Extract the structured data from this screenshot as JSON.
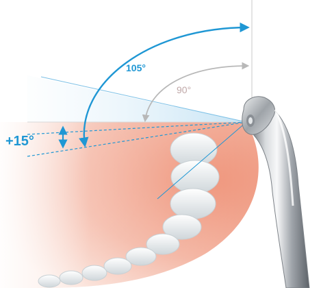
{
  "diagram": {
    "labels": {
      "angle_large": "105°",
      "angle_right": "90°",
      "tilt": "+15°"
    },
    "colors": {
      "accent_blue": "#1f97d4",
      "reference_gray": "#b8b8b8",
      "label_gray": "#c0a8a8",
      "gum_pink": "#f3b09c",
      "handpiece_silver": "#a6aab0"
    },
    "parts": [
      "vertical-reference-line",
      "horizontal-reference-line",
      "tilted-dashed-line",
      "arc-105",
      "arc-90",
      "dental-arch",
      "teeth",
      "ultrasonic-handpiece"
    ]
  }
}
